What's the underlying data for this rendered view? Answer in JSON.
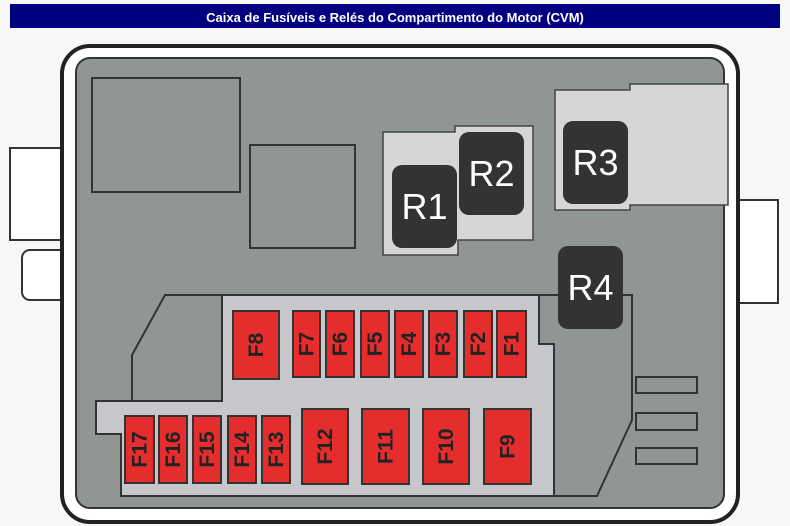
{
  "title": "Caixa de Fusíveis e Relés do Compartimento do Motor (CVM)",
  "colors": {
    "fuse": "#e52d2d",
    "relay": "#333333",
    "body": "#8f9694",
    "panel": "#c6c7ca",
    "header": "#000080"
  },
  "relays": [
    "R1",
    "R2",
    "R3",
    "R4"
  ],
  "fuses": [
    "F1",
    "F2",
    "F3",
    "F4",
    "F5",
    "F6",
    "F7",
    "F8",
    "F9",
    "F10",
    "F11",
    "F12",
    "F13",
    "F14",
    "F15",
    "F16",
    "F17"
  ]
}
